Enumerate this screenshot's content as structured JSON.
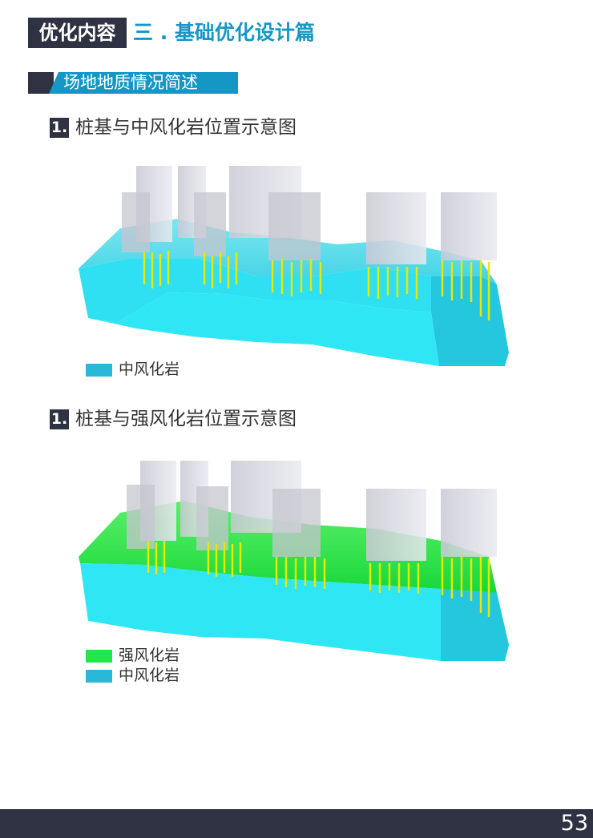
{
  "header": {
    "badge": "优化内容",
    "title": "三 . 基础优化设计篇"
  },
  "section": {
    "title": "场地地质情况简述"
  },
  "figures": [
    {
      "number": "1.",
      "title": "桩基与中风化岩位置示意图",
      "legend": [
        {
          "label": "中风化岩",
          "color": "#2bb8d8"
        }
      ]
    },
    {
      "number": "1.",
      "title": "桩基与强风化岩位置示意图",
      "legend": [
        {
          "label": "强风化岩",
          "color": "#22e64a"
        },
        {
          "label": "中风化岩",
          "color": "#2bb8d8"
        }
      ]
    }
  ],
  "footer": {
    "page_number": "53"
  }
}
